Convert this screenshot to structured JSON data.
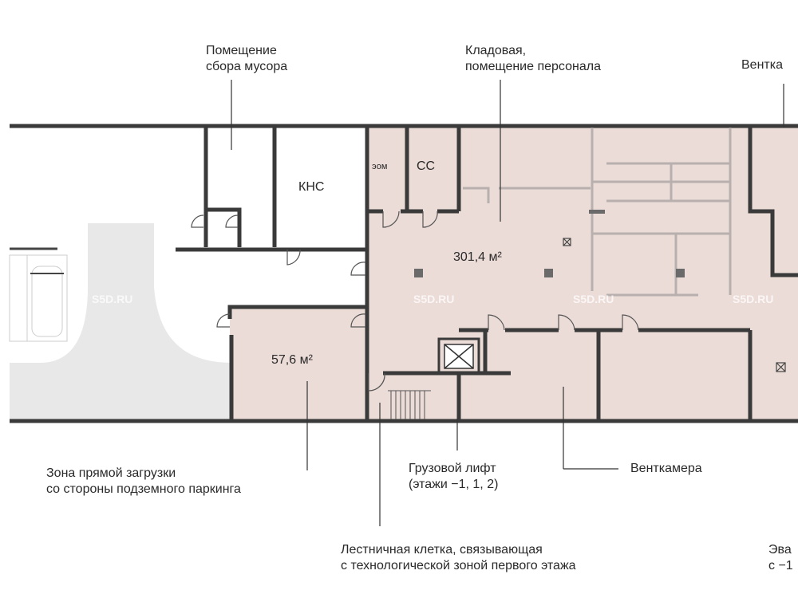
{
  "callouts": {
    "garbage": [
      "Помещение",
      "сбора мусора"
    ],
    "storage": [
      "Кладовая,",
      "помещение персонала"
    ],
    "vent_top": "Вентка",
    "loading": [
      "Зона прямой загрузки",
      "со стороны подземного паркинга"
    ],
    "lift": [
      "Грузовой лифт",
      "(этажи −1, 1, 2)"
    ],
    "ventchamber": "Венткамера",
    "stairs": [
      "Лестничная клетка, связывающая",
      "с технологической зоной первого этажа"
    ],
    "evac": [
      "Эва",
      "с −1"
    ]
  },
  "rooms": {
    "kns": "КНС",
    "eom": "эом",
    "ss": "СС",
    "main_area": "301,4 м²",
    "small_area": "57,6 м²"
  },
  "watermark": "S5D.RU",
  "colors": {
    "wall": "#3a3a3a",
    "room_fill": "#ecdcd7",
    "ramp": "#e8e8e8",
    "partition": "#b8b0ae"
  }
}
